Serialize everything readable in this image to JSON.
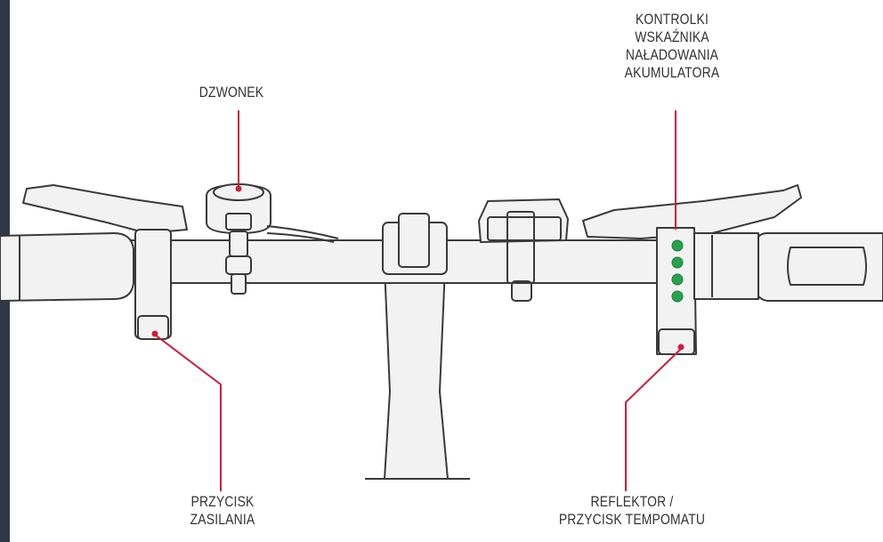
{
  "labels": {
    "bell": [
      "DZWONEK"
    ],
    "battery": [
      "KONTROLKI",
      "WSKAŹNIKA",
      "NAŁADOWANIA",
      "AKUMULATORA"
    ],
    "power": [
      "PRZYCISK",
      "ZASILANIA"
    ],
    "light": [
      "REFLEKTOR /",
      "PRZYCISK TEMPOMATU"
    ]
  },
  "colors": {
    "leader": "#c8203a",
    "indicator": "#27a350",
    "outline": "#3a3a3a",
    "fill": "#f2f2f2",
    "border": "#2f3846"
  },
  "battery_indicator_count": 4
}
